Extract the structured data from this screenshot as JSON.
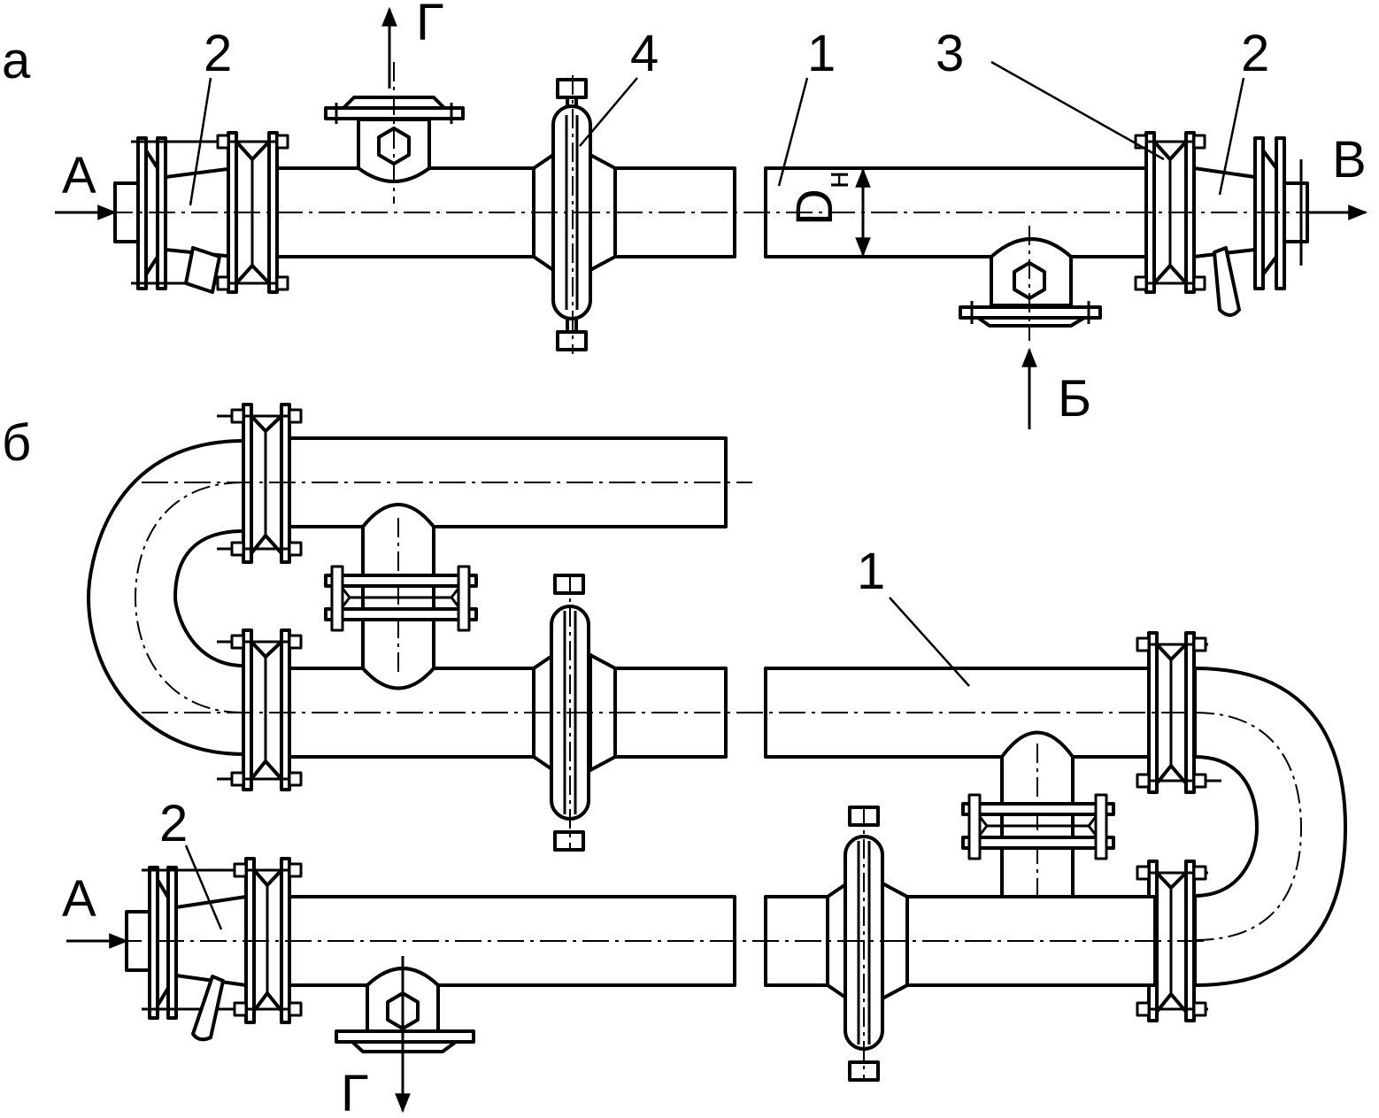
{
  "panels": {
    "a": "а",
    "b": "б"
  },
  "callouts": {
    "pipe": "1",
    "transition": "2",
    "gasket": "3",
    "clamp": "4"
  },
  "flows": {
    "inlet": "А",
    "outlet": "В",
    "down_in": "Б",
    "side_out": "Г"
  },
  "dimension": {
    "main": "D",
    "sub": "н"
  },
  "colors": {
    "ink": "#000000",
    "paper": "#ffffff"
  }
}
